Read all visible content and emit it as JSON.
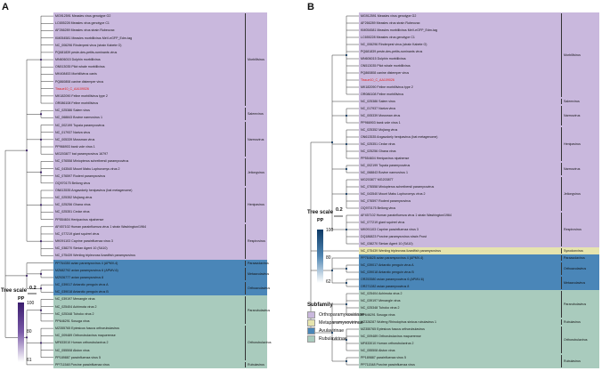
{
  "panels": [
    {
      "label": "A",
      "tips": [
        {
          "t": "MG912591 Measles virus genotype G2"
        },
        {
          "t": "LC655228 Measles virus genotype C1"
        },
        {
          "t": "AF266289 Measles virus strain Rubeovax"
        },
        {
          "t": "KM054581 Measles morbillivirus MeV-eGFP_Edm-tag"
        },
        {
          "t": "NC_006296 Rinderpest virus (strain Kabete O)"
        },
        {
          "t": "PQ681839 peste-des-petits-ruminants virus"
        },
        {
          "t": "MN606015 Dolphin morbillivirus"
        },
        {
          "t": "ON513035 Pilot whale morbillivirus"
        },
        {
          "t": "MK408453 Morbillivirus canis"
        },
        {
          "t": "PQ860808 canine distemper virus"
        },
        {
          "t": "Tissue10_C_AA109026",
          "red": true
        },
        {
          "t": "MK182090 Feline morbillivirus type 2"
        },
        {
          "t": "OR086108 Feline morbillivirus"
        },
        {
          "t": "NC_025386 Salem virus"
        },
        {
          "t": "NC_068843 Bovine narmovirus 1"
        },
        {
          "t": "NC_002199 Tupaia paramyxovirus"
        },
        {
          "t": "NC_017937 Nariva virus"
        },
        {
          "t": "NC_005339 Mossman virus"
        },
        {
          "t": "PP966903 bank vole virus 1"
        },
        {
          "t": "MG203877 bat paramyxovirus 16797"
        },
        {
          "t": "NC_076558 Miniopterus schreibersii paramyxovirus"
        },
        {
          "t": "NC_043540 Mount Mabu Lophuromys virus 2"
        },
        {
          "t": "NC_076597 Rodent paramyxovirus"
        },
        {
          "t": "OQ970175 Beilong virus"
        },
        {
          "t": "ON613535 Angavokely henipavirus (bat metagenome)"
        },
        {
          "t": "NC_025352 Mojiang virus"
        },
        {
          "t": "NC_025256 Ghana virus"
        },
        {
          "t": "NC_025351 Cedar virus"
        },
        {
          "t": "PP554604 Henipavirus nipahense"
        },
        {
          "t": "AF457102 Human parainfluenza virus 1 strain Washington/1964"
        },
        {
          "t": "NC_077219 giant squirrel virus"
        },
        {
          "t": "MK091103 Caprine parainfluenza virus 3"
        },
        {
          "t": "NC_038270 Simian Agent 10 (SA10)"
        },
        {
          "t": "NC_075439 Wenling triplecross lizardfish paramyxovirus"
        },
        {
          "t": "PP764350 avian paramyxovirus 4 (APMV-4)"
        },
        {
          "t": "MZ682792 avian paramyxovirus 6 (APMV-6)"
        },
        {
          "t": "MZ926777 avian paramyxovirus 8"
        },
        {
          "t": "NC_039017 Antarctic penguin virus A"
        },
        {
          "t": "NC_039018 Antarctic penguin virus B"
        },
        {
          "t": "NC_039197 Menangle virus"
        },
        {
          "t": "NC_025404 Achimota virus 2"
        },
        {
          "t": "NC_025348 Tuhoko virus 2"
        },
        {
          "t": "PP646291 Sosuga virus"
        },
        {
          "t": "MZ355765 Eptesicus fuscus orthorubulavirus"
        },
        {
          "t": "NC_009489 Orthorubulavirus mapuerense"
        },
        {
          "t": "MF833010 Human orthorubulavirus 2"
        },
        {
          "t": "NC_055508 Alston virus"
        },
        {
          "t": "PP189887 parainfluenza virus 5"
        },
        {
          "t": "PP711548 Porcine parainfluenza virus"
        }
      ],
      "groups": [
        {
          "n": "Morbillivirus",
          "from": 0,
          "to": 12
        },
        {
          "n": "Salemvirus",
          "from": 13,
          "to": 14
        },
        {
          "n": "Narmovirus",
          "from": 15,
          "to": 19
        },
        {
          "n": "Jeilongvirus",
          "from": 20,
          "to": 23
        },
        {
          "n": "Henipavirus",
          "from": 24,
          "to": 28
        },
        {
          "n": "Respirovirus",
          "from": 29,
          "to": 33
        },
        {
          "n": "Paraavulavirus",
          "from": 34,
          "to": 34
        },
        {
          "n": "Metaavulavirus",
          "from": 35,
          "to": 36
        },
        {
          "n": "Orthoavulavirus",
          "from": 37,
          "to": 38
        },
        {
          "n": "Pararubulavirus",
          "from": 39,
          "to": 42
        },
        {
          "n": "Orthorubulavirus",
          "from": 43,
          "to": 47
        },
        {
          "n": "Rubulavirus",
          "from": 48,
          "to": 48
        }
      ],
      "bands": [
        {
          "from": 0,
          "to": 33,
          "sf": "ortho"
        },
        {
          "from": 34,
          "to": 38,
          "sf": "avula"
        },
        {
          "from": 39,
          "to": 48,
          "sf": "rubula"
        }
      ],
      "scale": {
        "title": "Tree scale",
        "value": "0.2"
      },
      "pp": {
        "title": "PP",
        "ticks": [
          "100",
          "80",
          "61"
        ]
      }
    },
    {
      "label": "B",
      "tips": [
        {
          "t": "MG912591 Measles virus genotype G2"
        },
        {
          "t": "AF266289 Measles virus strain Rubeovax"
        },
        {
          "t": "KM054581 Measles morbillivirus MeV-eGFP_Edm-tag"
        },
        {
          "t": "LC655228 Measles virus genotype C1"
        },
        {
          "t": "NC_006296 Rinderpest virus (strain Kabete O)"
        },
        {
          "t": "PQ681839 peste-des-petits-ruminants virus"
        },
        {
          "t": "MN606015 Dolphin morbillivirus"
        },
        {
          "t": "ON513035 Pilot whale morbillivirus"
        },
        {
          "t": "PQ860808 canine distemper virus"
        },
        {
          "t": "Tissue10_C_AA109026",
          "red": true
        },
        {
          "t": "MK182090 Feline morbillivirus type 2"
        },
        {
          "t": "OR086108 Feline morbillivirus"
        },
        {
          "t": "NC_025386 Salem virus"
        },
        {
          "t": "NC_017937 Nariva virus"
        },
        {
          "t": "NC_005339 Mossman virus"
        },
        {
          "t": "PP966903 bank vole virus 1"
        },
        {
          "t": "NC_025352 Mojiang virus"
        },
        {
          "t": "ON613535 Angavokely henipavirus (bat metagenome)"
        },
        {
          "t": "NC_025351 Cedar virus"
        },
        {
          "t": "NC_025256 Ghana virus"
        },
        {
          "t": "PP554604 Henipavirus nipahense"
        },
        {
          "t": "NC_002199 Tupaia paramyxovirus"
        },
        {
          "t": "NC_068843 Bovine narmovirus 1"
        },
        {
          "t": "MG203877 MG203877"
        },
        {
          "t": "NC_076558 Miniopterus schreibersii paramyxovirus"
        },
        {
          "t": "NC_043540 Mount Mabu Lophuromys virus 2"
        },
        {
          "t": "NC_076597 Rodent paramyxovirus"
        },
        {
          "t": "OQ970175 Beilong virus"
        },
        {
          "t": "AF457102 Human parainfluenza virus 1 strain Washington/1964"
        },
        {
          "t": "NC_077219 giant squirrel virus"
        },
        {
          "t": "MK091103 Caprine parainfluenza virus 3"
        },
        {
          "t": "DQ186823 Porcine paramyxovirus strain Frost"
        },
        {
          "t": "NC_038270 Simian Agent 10 (SA10)"
        },
        {
          "t": "NC_075439 Wenling triplecross lizardfish paramyxovirus"
        },
        {
          "t": "PP764625 avian paramyxovirus 4 (APMV-4)"
        },
        {
          "t": "NC_039017 Antarctic penguin virus A"
        },
        {
          "t": "NC_039018 Antarctic penguin virus B"
        },
        {
          "t": "OR253580 avian paramyxovirus 6 (APMV-6)"
        },
        {
          "t": "OR271282 avian paramyxovirus 8"
        },
        {
          "t": "NC_025404 Achimota virus 2"
        },
        {
          "t": "NC_039197 Menangle virus"
        },
        {
          "t": "NC_025348 Tuhoko virus 2"
        },
        {
          "t": "PP646291 Sosuga virus"
        },
        {
          "t": "MZ328287 Wufeng Rhinolophus sinicus rubulavirus 1"
        },
        {
          "t": "MZ355765 Eptesicus fuscus orthorubulavirus"
        },
        {
          "t": "NC_009489 Orthorubulavirus mapuerense"
        },
        {
          "t": "MF833010 Human orthorubulavirus 2"
        },
        {
          "t": "NC_055508 Alston virus"
        },
        {
          "t": "PP189887 parainfluenza virus 5"
        },
        {
          "t": "PP711548 Porcine parainfluenza virus"
        }
      ],
      "groups": [
        {
          "n": "Morbillivirus",
          "from": 0,
          "to": 11
        },
        {
          "n": "Salemvirus",
          "from": 12,
          "to": 12
        },
        {
          "n": "Narmovirus",
          "from": 13,
          "to": 15
        },
        {
          "n": "Henipavirus",
          "from": 16,
          "to": 20
        },
        {
          "n": "Narmovirus",
          "from": 21,
          "to": 22
        },
        {
          "n": "Jeilongvirus",
          "from": 23,
          "to": 27
        },
        {
          "n": "Respirovirus",
          "from": 28,
          "to": 32
        },
        {
          "n": "Synodonvirus",
          "from": 33,
          "to": 33
        },
        {
          "n": "Paraavulavirus",
          "from": 34,
          "to": 34
        },
        {
          "n": "Orthoavulavirus",
          "from": 35,
          "to": 36
        },
        {
          "n": "Metaavulavirus",
          "from": 37,
          "to": 38
        },
        {
          "n": "Pararubulavirus",
          "from": 39,
          "to": 42
        },
        {
          "n": "Rubulavirus",
          "from": 43,
          "to": 43
        },
        {
          "n": "Orthorubulavirus",
          "from": 44,
          "to": 47
        },
        {
          "n": "Rubulavirus",
          "from": 48,
          "to": 49
        }
      ],
      "bands": [
        {
          "from": 0,
          "to": 32,
          "sf": "ortho"
        },
        {
          "from": 33,
          "to": 33,
          "sf": "meta"
        },
        {
          "from": 34,
          "to": 38,
          "sf": "avula"
        },
        {
          "from": 39,
          "to": 49,
          "sf": "rubula"
        }
      ],
      "scale": {
        "title": "Tree scale",
        "value": "0.2"
      },
      "pp": {
        "title": "PP",
        "ticks": [
          "100",
          "80",
          "62"
        ]
      }
    }
  ],
  "colors": {
    "ortho": "#c9b8dd",
    "meta": "#e6e4ae",
    "avula": "#4a86b8",
    "rubula": "#a9cbbd",
    "red": "#e0201c",
    "ppA": [
      "#ffffff",
      "#7a5aa8",
      "#3b1d6e"
    ],
    "ppB": [
      "#ffffff",
      "#4f86b3",
      "#0e3a66"
    ]
  },
  "legend": {
    "title": "Subfamily",
    "items": [
      {
        "label": "Orthoparamyxovirinae",
        "sf": "ortho"
      },
      {
        "label": "Metaparamyxovirinae",
        "sf": "meta"
      },
      {
        "label": "Avulavirinae",
        "sf": "avula"
      },
      {
        "label": "Rubulavirinae",
        "sf": "rubula"
      }
    ]
  }
}
